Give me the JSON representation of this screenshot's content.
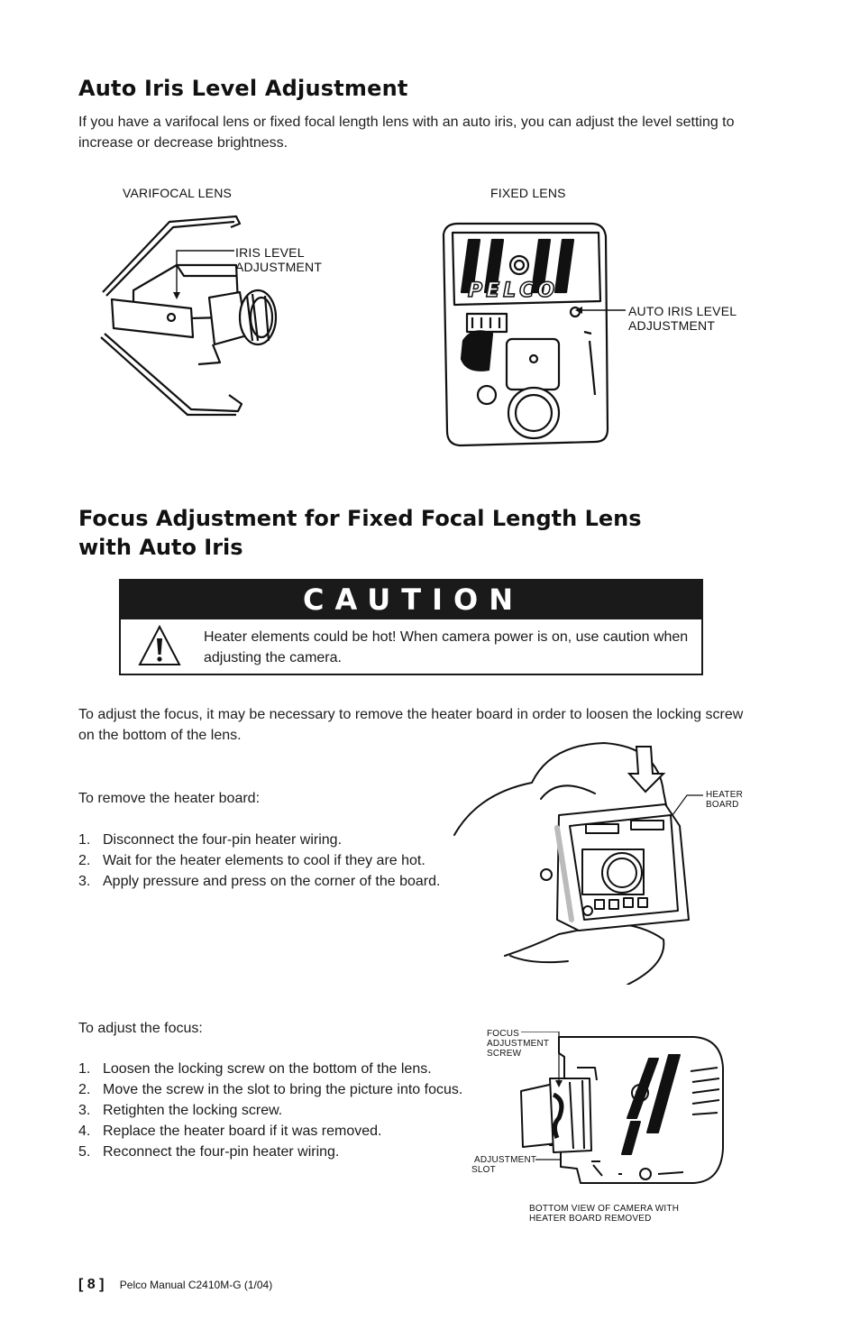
{
  "section1": {
    "title": "Auto Iris Level Adjustment",
    "intro": "If you have a varifocal lens or fixed focal length lens with an auto iris, you can adjust the level setting to increase or decrease brightness."
  },
  "figures": {
    "varifocal_label": "VARIFOCAL LENS",
    "iris_level_label_1": "IRIS LEVEL",
    "iris_level_label_2": "ADJUSTMENT",
    "fixed_label": "FIXED LENS",
    "auto_iris_label_1": "AUTO IRIS LEVEL",
    "auto_iris_label_2": "ADJUSTMENT",
    "logo_text": "PELCO",
    "heater_label_1": "HEATER",
    "heater_label_2": "BOARD",
    "focus_screw_1": "FOCUS",
    "focus_screw_2": "ADJUSTMENT",
    "focus_screw_3": "SCREW",
    "adjust_slot_1": "ADJUSTMENT",
    "adjust_slot_2": "SLOT",
    "bottom_view_1": "BOTTOM VIEW OF CAMERA WITH",
    "bottom_view_2": "HEATER BOARD REMOVED"
  },
  "section2": {
    "title_line1": "Focus Adjustment for Fixed Focal Length Lens",
    "title_line2": "with Auto Iris"
  },
  "caution": {
    "heading": "CAUTION",
    "text": "Heater elements could be hot! When camera power is on, use caution when adjusting the camera."
  },
  "focus_intro": "To adjust the focus, it may be necessary to remove the heater board in order to loosen the locking screw on the bottom of the lens.",
  "remove_heater": {
    "heading": "To remove the heater board:",
    "steps": [
      {
        "num": "1.",
        "text": "Disconnect the four-pin heater wiring."
      },
      {
        "num": "2.",
        "text": "Wait for the heater elements to cool if they are hot."
      },
      {
        "num": "3.",
        "text": "Apply pressure and press on the corner of the board."
      }
    ]
  },
  "adjust_focus": {
    "heading": "To adjust the focus:",
    "steps": [
      {
        "num": "1.",
        "text": "Loosen the locking screw on the bottom of the lens."
      },
      {
        "num": "2.",
        "text": "Move the screw in the slot to bring the picture into focus."
      },
      {
        "num": "3.",
        "text": "Retighten the locking screw."
      },
      {
        "num": "4.",
        "text": "Replace the heater board if it was removed."
      },
      {
        "num": "5.",
        "text": "Reconnect the four-pin heater wiring."
      }
    ]
  },
  "footer": {
    "page": "[ 8 ]",
    "manual": "Pelco Manual C2410M-G (1/04)"
  }
}
